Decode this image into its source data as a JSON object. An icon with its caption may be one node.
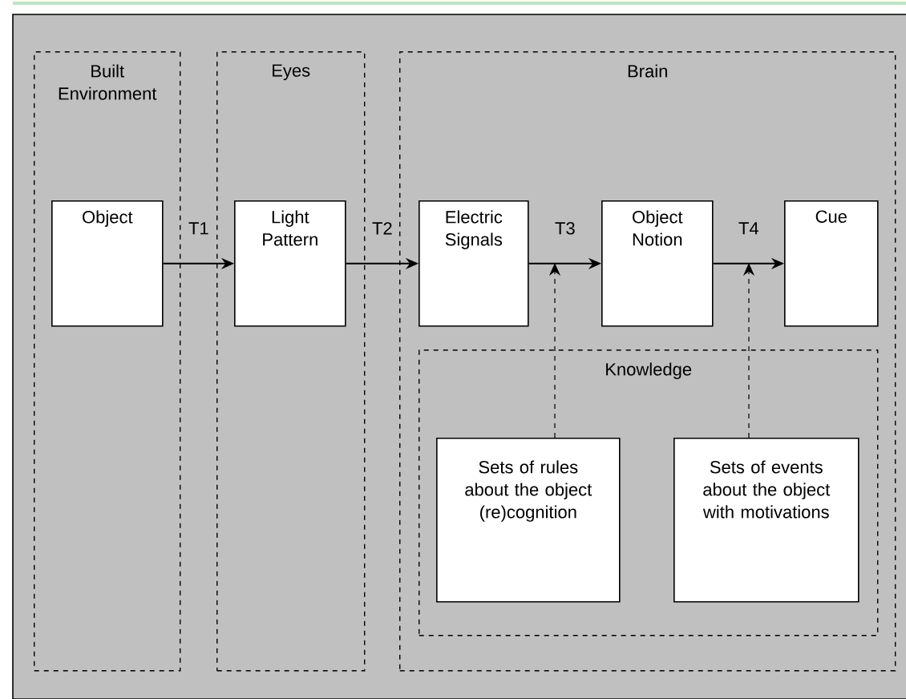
{
  "diagram": {
    "nodes": [
      {
        "text": [
          "Built Environment"
        ]
      },
      {
        "text": [
          "Object"
        ],
        "in": 0
      },
      {
        "text": [
          "Eyes"
        ]
      },
      {
        "text": [
          "Light Pattern"
        ],
        "in": 2
      },
      {
        "text": [
          "Brain"
        ]
      },
      {
        "text": [
          "Electric Signals"
        ],
        "in": 4
      },
      {
        "text": [
          "Object Notion"
        ],
        "in": 4
      },
      {
        "text": [
          "Cue"
        ],
        "in": 4
      },
      {
        "text": [
          "Knowledge"
        ],
        "in": 4
      },
      {
        "text": [
          "Sets of rules about the object (re)cognition"
        ],
        "in": 8
      },
      {
        "text": [
          "Sets of events about the object with motivations"
        ],
        "in": 8
      }
    ],
    "edges": [
      {
        "from": 1,
        "to": 3,
        "arrow": "to",
        "label": "T1"
      },
      {
        "from": 3,
        "to": 5,
        "arrow": "to",
        "label": "T2"
      },
      {
        "from": 5,
        "to": 6,
        "arrow": "to",
        "label": "T3"
      },
      {
        "from": 6,
        "to": 7,
        "arrow": "to",
        "label": "T4"
      },
      {
        "from": 9,
        "to": null,
        "arrow": "to",
        "style": "dashed"
      },
      {
        "from": 10,
        "to": null,
        "arrow": "to",
        "style": "dashed"
      }
    ]
  }
}
